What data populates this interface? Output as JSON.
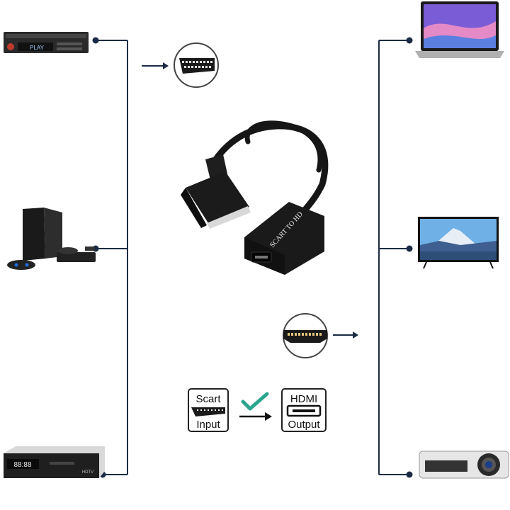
{
  "sources": [
    {
      "name": "DVD player",
      "display_text": "PLAY"
    },
    {
      "name": "Game console"
    },
    {
      "name": "Set-top box",
      "display_text": "88:88",
      "badge": "HDTV"
    }
  ],
  "displays": [
    {
      "name": "Laptop"
    },
    {
      "name": "TV"
    },
    {
      "name": "Projector"
    }
  ],
  "adapter": {
    "label": "SCART TO HD"
  },
  "legend": {
    "input_top": "Scart",
    "input_bottom": "Input",
    "output_top": "HDMI",
    "output_bottom": "Output"
  },
  "colors": {
    "line": "#1c2b45",
    "check": "#2aa58e",
    "device_dark": "#1e1e1e",
    "accent_red": "#c0392b"
  }
}
